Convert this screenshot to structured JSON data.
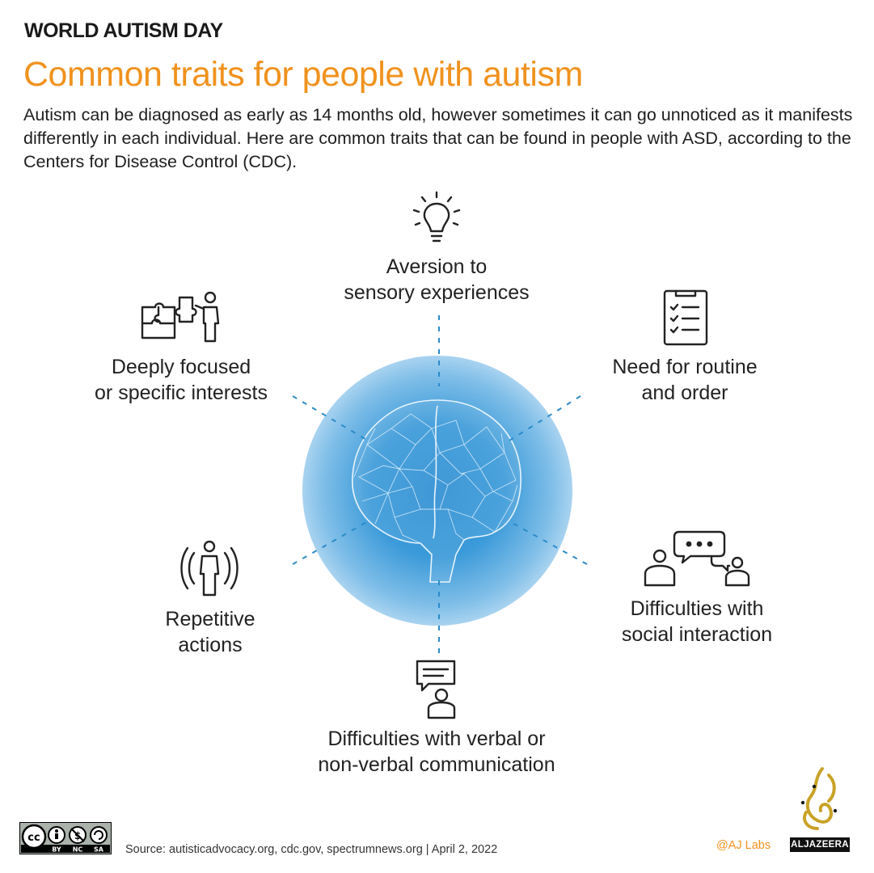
{
  "header": {
    "kicker": "WORLD AUTISM DAY",
    "title": "Common traits for people with autism",
    "intro": "Autism can be diagnosed as early as 14 months old, however sometimes it can go unnoticed as it manifests differently in each individual. Here are common traits that can be found in people with ASD, according to the Centers for Disease Control (CDC)."
  },
  "traits": {
    "sensory": {
      "line1": "Aversion to",
      "line2": "sensory experiences",
      "icon": "lightbulb-icon"
    },
    "interests": {
      "line1": "Deeply focused",
      "line2": "or specific interests",
      "icon": "puzzle-person-icon"
    },
    "routine": {
      "line1": "Need for routine",
      "line2": "and order",
      "icon": "checklist-icon"
    },
    "repetitive": {
      "line1": "Repetitive",
      "line2": "actions",
      "icon": "person-waves-icon"
    },
    "social": {
      "line1": "Difficulties with",
      "line2": "social interaction",
      "icon": "chat-people-icon"
    },
    "communication": {
      "line1": "Difficulties with verbal or",
      "line2": "non-verbal communication",
      "icon": "speech-person-icon"
    }
  },
  "footer": {
    "source": "Source: autisticadvocacy.org, cdc.gov, spectrumnews.org  | April 2, 2022",
    "license": [
      "cc",
      "BY",
      "NC",
      "SA"
    ],
    "credit": "@AJ Labs",
    "brand": "ALJAZEERA"
  },
  "colors": {
    "accent": "#f0921e",
    "dash": "#2b8bc9",
    "glow": "#3b9ad9"
  }
}
